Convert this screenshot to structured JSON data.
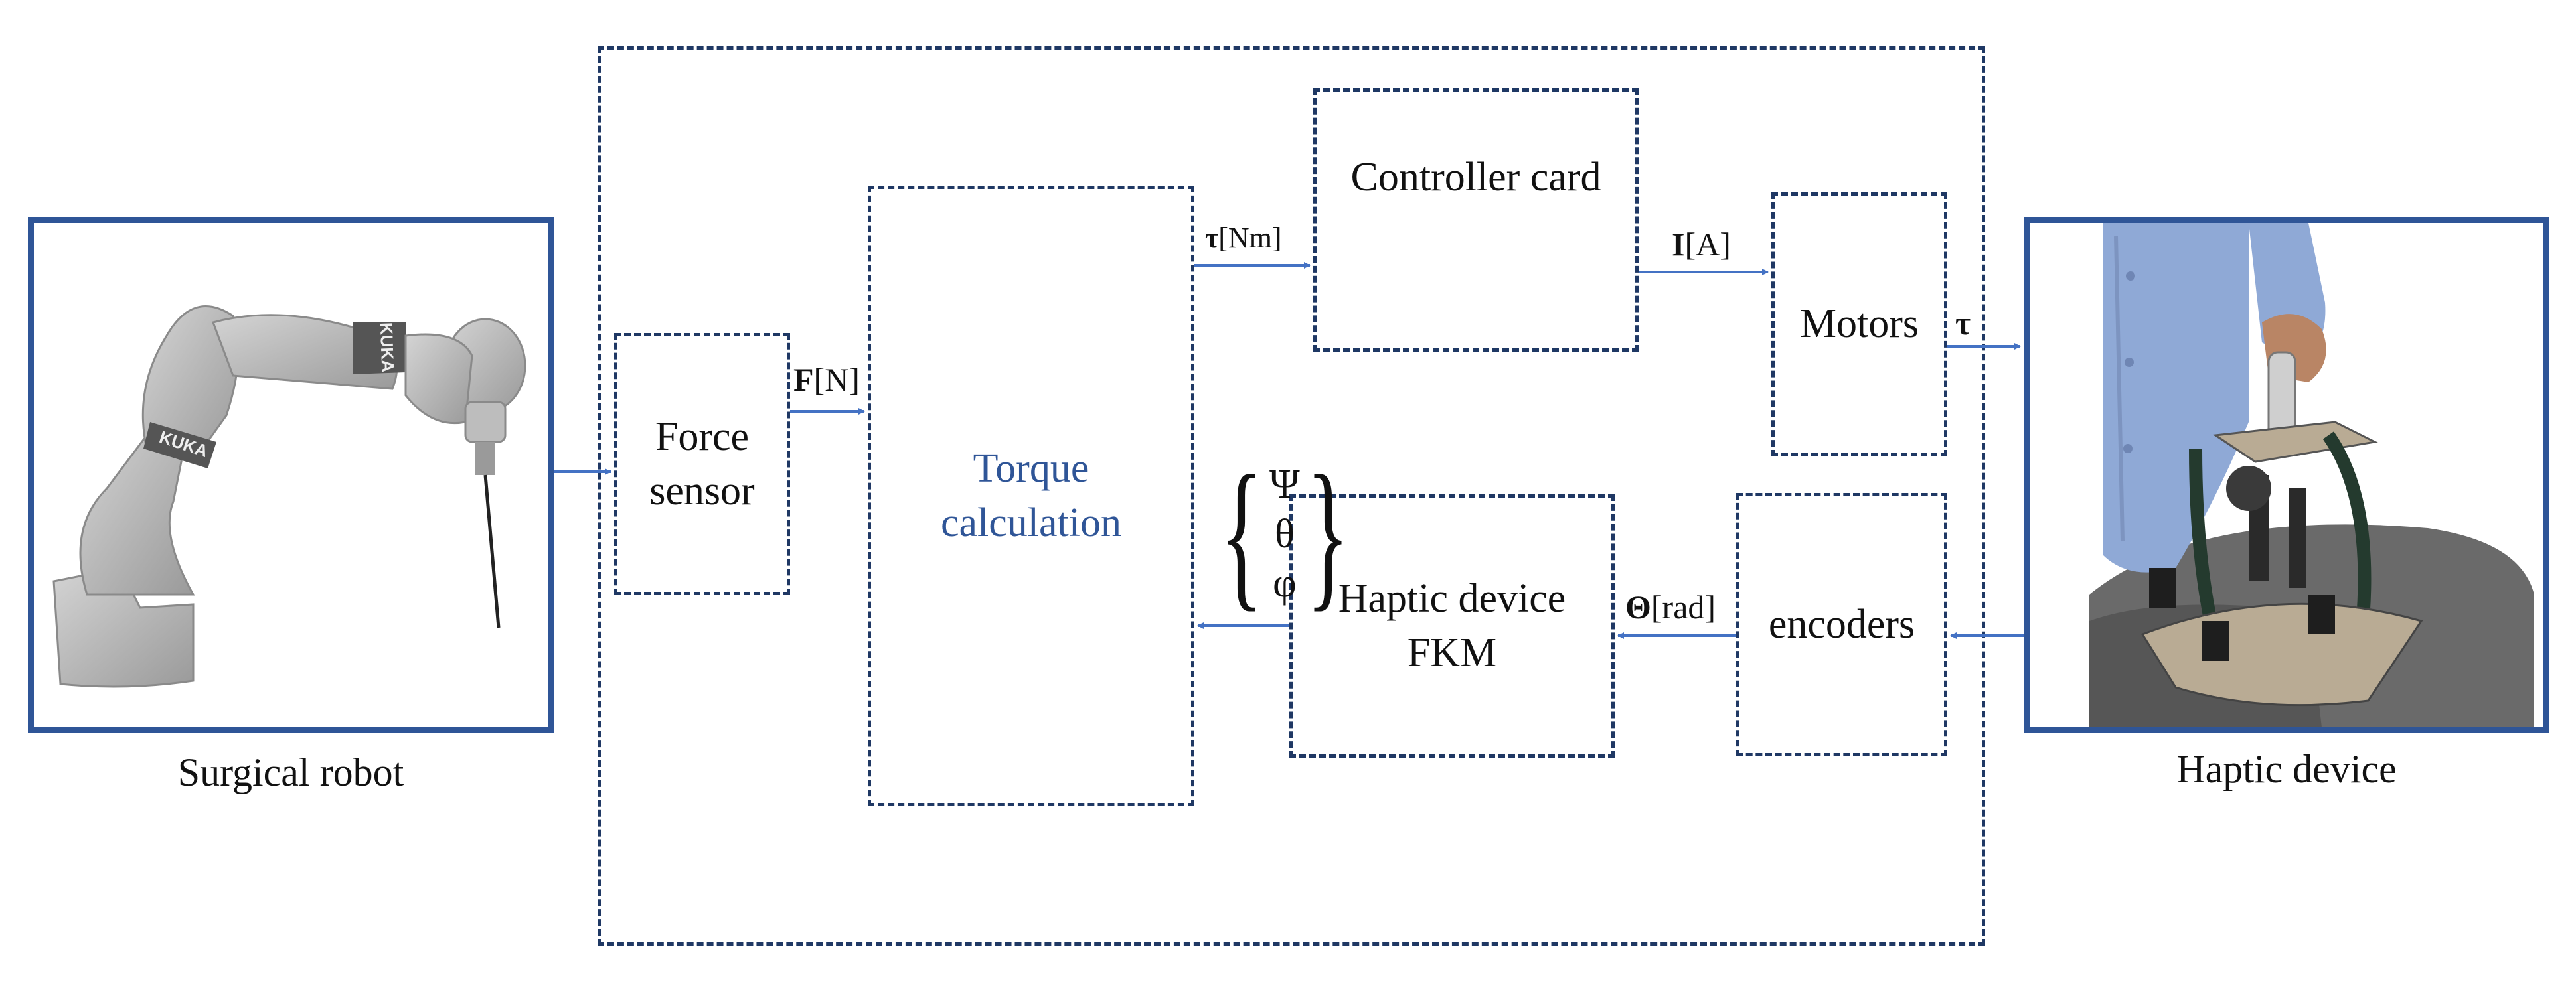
{
  "blocks": {
    "force_sensor": "Force\nsensor",
    "torque_calculation": "Torque\ncalculation",
    "controller_card": "Controller card",
    "motors": "Motors",
    "haptic_fkm": "Haptic device\nFKM",
    "encoders": "encoders"
  },
  "signals": {
    "force_symbol": "F",
    "force_unit": "[N]",
    "torque_symbol": "τ",
    "torque_unit": "[Nm]",
    "current_symbol": "I",
    "current_unit": "[A]",
    "motor_torque_symbol": "τ",
    "angle_symbol": "Θ",
    "angle_unit": "[rad]",
    "orientation": [
      "Ψ",
      "θ",
      "φ"
    ]
  },
  "captions": {
    "surgical_robot": "Surgical robot",
    "haptic_device": "Haptic device"
  },
  "robot_brand": "KUKA",
  "colors": {
    "box_border": "#1f3864",
    "image_frame": "#2f5597",
    "arrow": "#4472c4",
    "highlight_text": "#2f5597"
  }
}
